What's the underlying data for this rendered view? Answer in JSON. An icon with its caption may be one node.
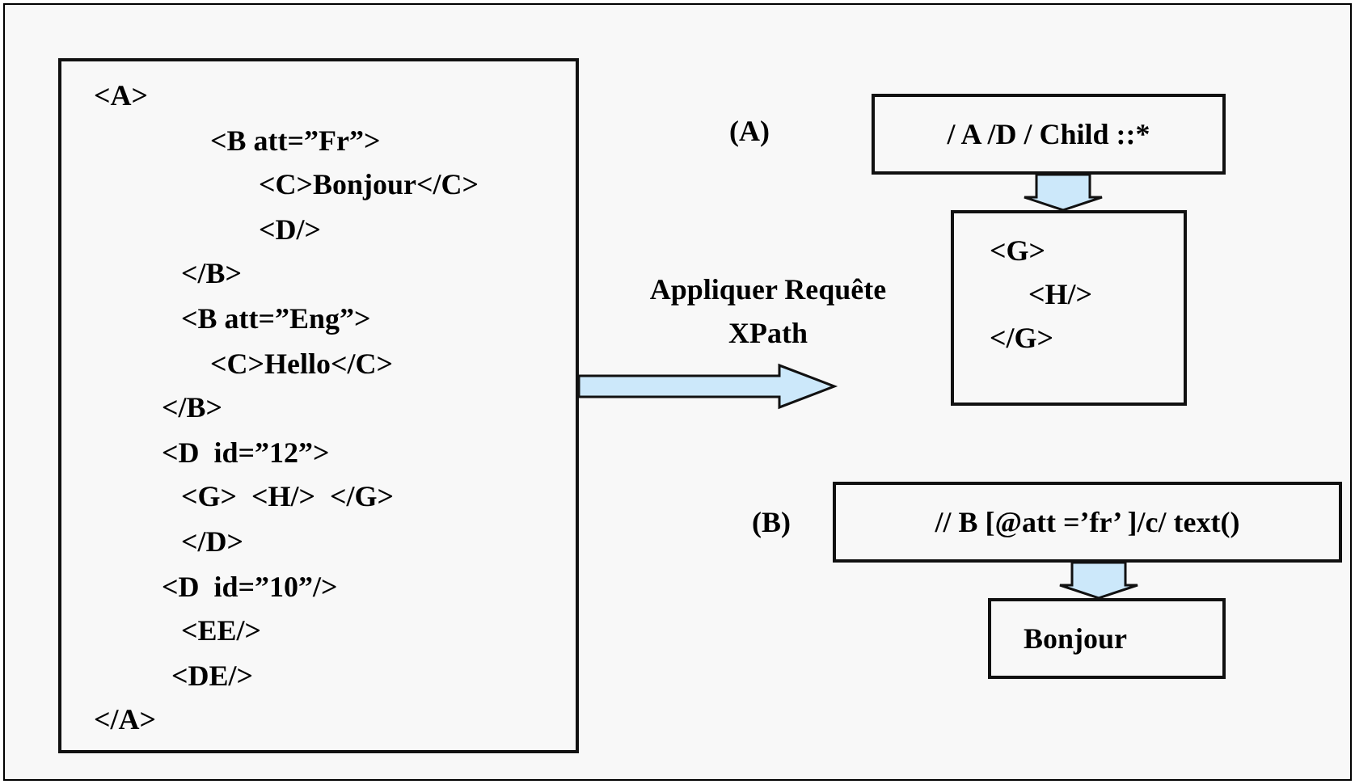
{
  "diagram": {
    "nodes": [
      {
        "text": [
          "<A>",
          "<B att=”Fr”>",
          "<C>Bonjour</C>",
          "<D/>",
          "</B>",
          "<B att=”Eng”>",
          "<C>Hello</C>",
          "</B>",
          "<D  id=”12”>",
          "<G>  <H/>  </G>",
          "</D>",
          "<D  id=”10”/>",
          "<EE/>",
          "<DE/>",
          "</A>"
        ]
      },
      {
        "text": [
          "/ A /D / Child ::*"
        ]
      },
      {
        "text": [
          "<G>",
          "<H/>",
          "</G>"
        ]
      },
      {
        "text": [
          "// B [@att =’fr’ ]/c/ text()"
        ]
      },
      {
        "text": [
          "Bonjour"
        ]
      }
    ],
    "edges": [
      {
        "from": 0,
        "to": null,
        "arrow": "to",
        "label": "Appliquer Requête XPath"
      },
      {
        "from": 1,
        "to": 2,
        "arrow": "to"
      },
      {
        "from": 3,
        "to": 4,
        "arrow": "to"
      }
    ],
    "labels": [
      "(A)",
      "(B)"
    ]
  }
}
